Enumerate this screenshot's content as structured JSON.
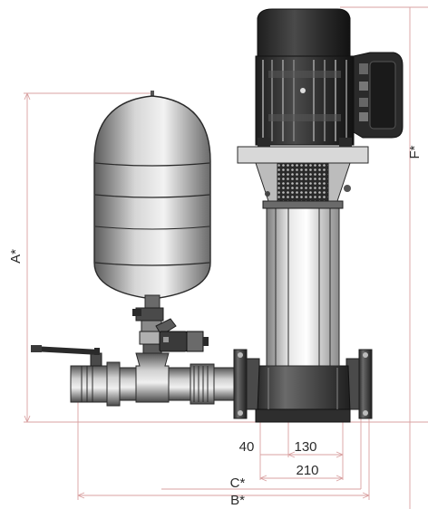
{
  "dimensions": {
    "a_label": "A*",
    "f_label": "F*",
    "c_label": "C*",
    "b_label": "B*",
    "d40": "40",
    "d130": "130",
    "d210": "210"
  },
  "colors": {
    "dimension_line": "#d9a1a1",
    "outline": "#2a2a2a",
    "metal_dark": "#3a3a3a",
    "metal_mid": "#7a7a7a",
    "metal_light": "#bcbcbc"
  },
  "icons": [
    "pressure-tank",
    "vertical-pump",
    "electric-motor",
    "ball-valve",
    "pressure-switch"
  ]
}
